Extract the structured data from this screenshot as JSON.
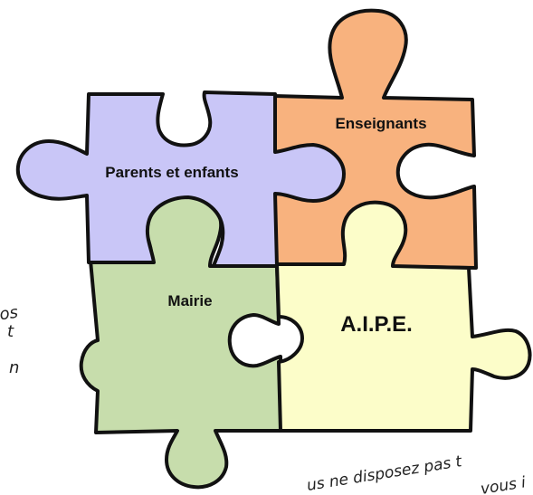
{
  "pieces": {
    "parents": {
      "label": "Parents et enfants",
      "color": "#c9c6f7"
    },
    "enseignants": {
      "label": "Enseignants",
      "color": "#f8b27e"
    },
    "mairie": {
      "label": "Mairie",
      "color": "#c7ddac"
    },
    "aipe": {
      "label": "A.I.P.E.",
      "color": "#fcfdc9"
    }
  },
  "side_fragments": [
    "os",
    "t",
    "n"
  ],
  "bottom_fragments": [
    "us ne disposez pas t",
    "vous i"
  ]
}
